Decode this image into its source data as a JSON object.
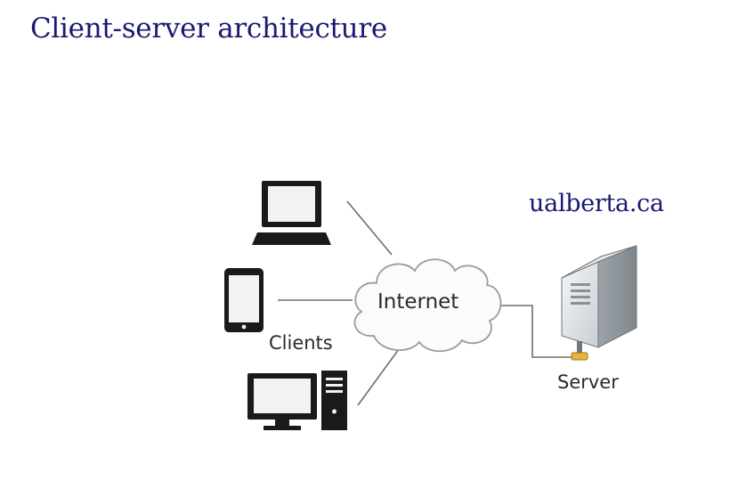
{
  "slide": {
    "title": "Client-server architecture"
  },
  "diagram": {
    "server_host": "ualberta.ca",
    "internet_label": "Internet",
    "clients_label": "Clients",
    "server_label": "Server",
    "icons": [
      "laptop-icon",
      "smartphone-icon",
      "desktop-computer-icon",
      "cloud-icon",
      "server-tower-icon"
    ]
  }
}
